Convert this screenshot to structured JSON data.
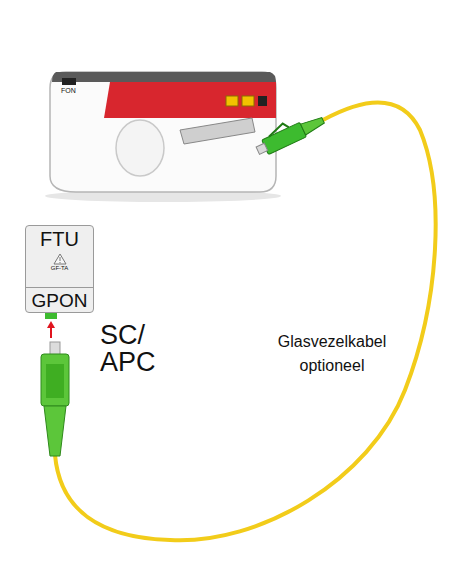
{
  "diagram": {
    "nodes": [
      {
        "text": [
          "FTU",
          "GF-TA",
          "GPON"
        ]
      }
    ],
    "labels": [
      "SC/ APC",
      "Glasvezelkabel optioneel",
      "FON"
    ]
  }
}
